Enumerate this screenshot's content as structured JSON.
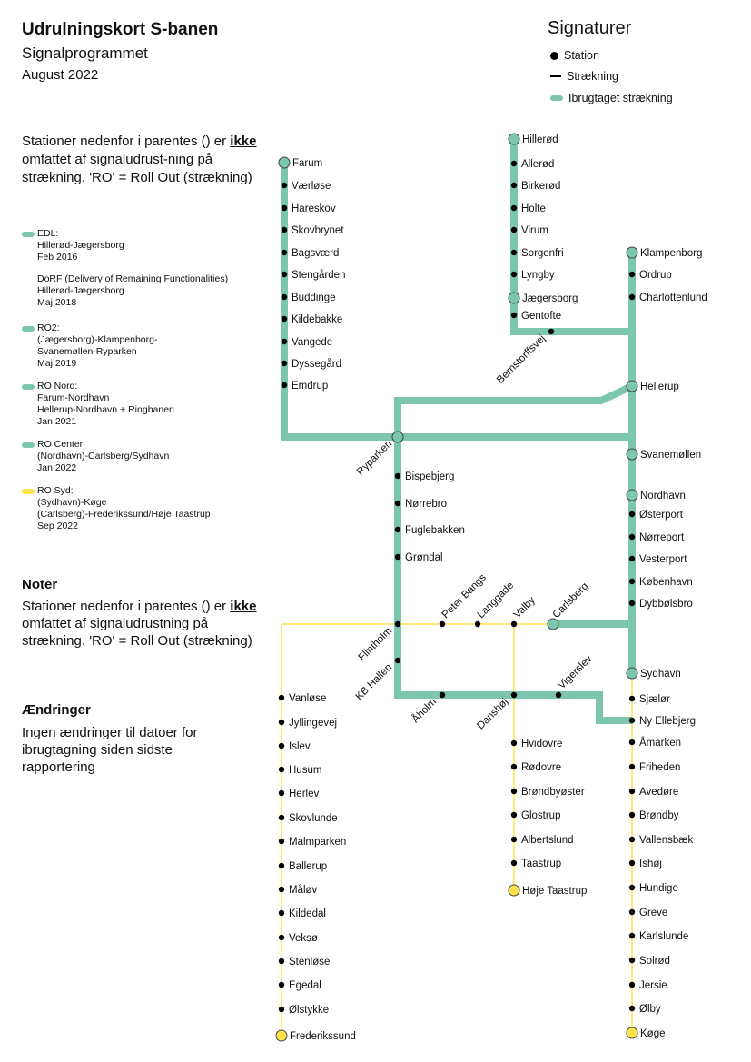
{
  "header": {
    "title": "Udrulningskort S-banen",
    "subtitle": "Signalprogrammet",
    "date": "August 2022"
  },
  "legend": {
    "title": "Signaturer",
    "items": [
      {
        "label": "Station"
      },
      {
        "label": "Strækning"
      },
      {
        "label": "Ibrugtaget strækning"
      }
    ]
  },
  "intro": {
    "pre": "Stationer nedenfor i parentes () er ",
    "em": "ikke",
    "post": " omfattet af signaludrust-ning på strækning. 'RO' = Roll Out (strækning)"
  },
  "phases": [
    {
      "name": "EDL:",
      "lines": [
        "Hillerød-Jægersborg",
        "Feb 2016"
      ],
      "color": "#7cc5ae"
    },
    {
      "name": "",
      "lines": [
        "DoRF (Delivery of Remaining Functionalities)",
        "Hillerød-Jægersborg",
        "Maj 2018"
      ],
      "color": ""
    },
    {
      "name": "RO2:",
      "lines": [
        "(Jægersborg)-Klampenborg-",
        "Svanemøllen-Ryparken",
        "Maj 2019"
      ],
      "color": "#7cc5ae"
    },
    {
      "name": "RO Nord:",
      "lines": [
        "Farum-Nordhavn",
        "Hellerup-Nordhavn + Ringbanen",
        "Jan 2021"
      ],
      "color": "#7cc5ae"
    },
    {
      "name": "RO Center:",
      "lines": [
        "(Nordhavn)-Carlsberg/Sydhavn",
        "Jan 2022"
      ],
      "color": "#7cc5ae"
    },
    {
      "name": "RO Syd:",
      "lines": [
        "(Sydhavn)-Køge",
        "(Carlsberg)-Frederikssund/Høje Taastrup",
        "Sep 2022"
      ],
      "color": "#ffe24a"
    }
  ],
  "notes": {
    "heading": "Noter",
    "pre": "Stationer nedenfor i parentes () er ",
    "em": "ikke",
    "post": " omfattet af signaludrustning på strækning. 'RO' = Roll Out (strækning)"
  },
  "changes": {
    "heading": "Ændringer",
    "text": "Ingen ændringer til datoer for ibrugtagning siden sidste rapportering"
  },
  "colors": {
    "commissioned": "#7cc5ae",
    "pending": "#ffe24a",
    "station": "#000000"
  },
  "stations": [
    "Farum",
    "Værløse",
    "Hareskov",
    "Skovbrynet",
    "Bagsværd",
    "Stengården",
    "Buddinge",
    "Kildebakke",
    "Vangede",
    "Dyssegård",
    "Emdrup",
    "Hillerød",
    "Allerød",
    "Birkerød",
    "Holte",
    "Virum",
    "Sorgenfri",
    "Lyngby",
    "Jægersborg",
    "Gentofte",
    "Bernstorffsvej",
    "Klampenborg",
    "Ordrup",
    "Charlottenlund",
    "Hellerup",
    "Svanemøllen",
    "Nordhavn",
    "Østerport",
    "Nørreport",
    "Vesterport",
    "København",
    "Dybbølsbro",
    "Sydhavn",
    "Ryparken",
    "Bispebjerg",
    "Nørrebro",
    "Fuglebakken",
    "Grøndal",
    "Flintholm",
    "KB Hallen",
    "Åholm",
    "Danshøj",
    "Vigerslev",
    "Peter Bangs",
    "Langgade",
    "Valby",
    "Carlsberg",
    "Vanløse",
    "Jyllingevej",
    "Islev",
    "Husum",
    "Herlev",
    "Skovlunde",
    "Malmparken",
    "Ballerup",
    "Måløv",
    "Kildedal",
    "Veksø",
    "Stenløse",
    "Egedal",
    "Ølstykke",
    "Frederikssund",
    "Hvidovre",
    "Rødovre",
    "Brøndbyøster",
    "Glostrup",
    "Albertslund",
    "Taastrup",
    "Høje Taastrup",
    "Sjælør",
    "Ny Ellebjerg",
    "Åmarken",
    "Friheden",
    "Avedøre",
    "Brøndby",
    "Vallensbæk",
    "Ishøj",
    "Hundige",
    "Greve",
    "Karlslunde",
    "Solrød",
    "Jersie",
    "Ølby",
    "Køge"
  ]
}
